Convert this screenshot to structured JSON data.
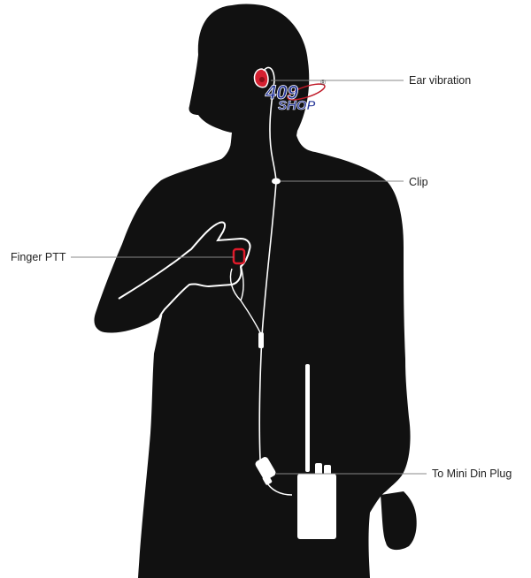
{
  "labels": {
    "ear": "Ear vibration",
    "clip": "Clip",
    "ptt": "Finger PTT",
    "plug": "To Mini Din Plug"
  },
  "logo": {
    "number": "409",
    "word": "SHOP",
    "mark": "®"
  },
  "colors": {
    "silhouette": "#111111",
    "cable": "#ffffff",
    "earpiece": "#d42030",
    "ptt_outline": "#e01a2a",
    "leader_line": "#888888",
    "logo_blue": "#2a3a9a"
  }
}
